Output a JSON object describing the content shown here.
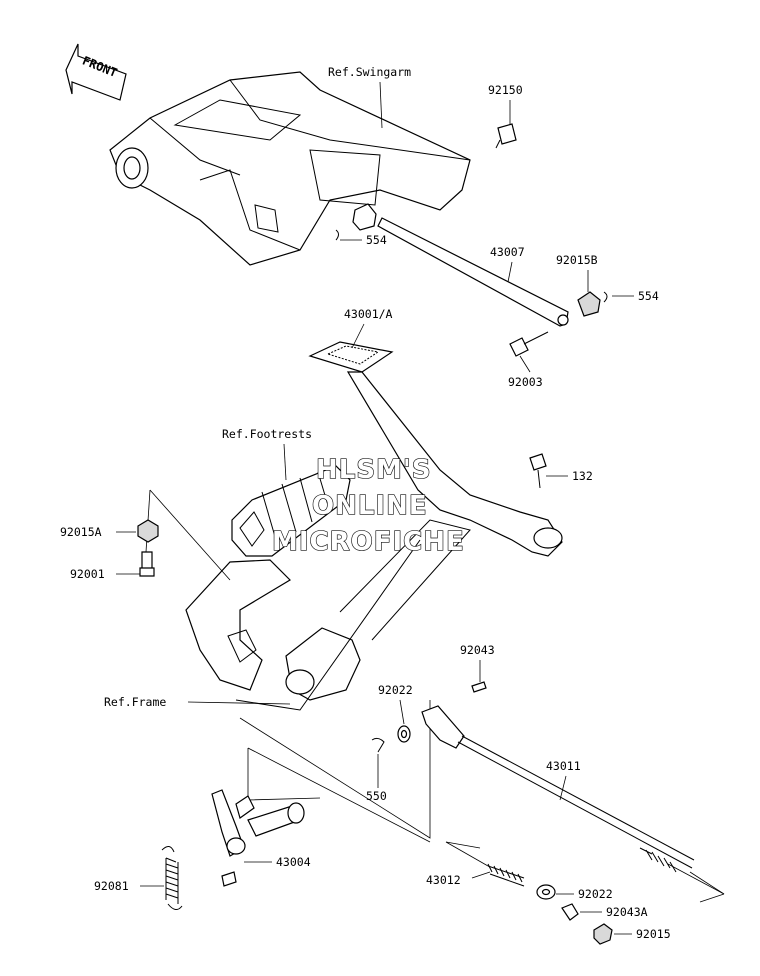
{
  "diagram": {
    "front_label": "FRONT",
    "refs": {
      "swingarm": "Ref.Swingarm",
      "footrests": "Ref.Footrests",
      "frame": "Ref.Frame"
    },
    "watermark": [
      "HLSM'S",
      "ONLINE",
      "MICROFICHE"
    ],
    "callouts": {
      "p92150": "92150",
      "p554_a": "554",
      "p43007": "43007",
      "p92015B": "92015B",
      "p554_b": "554",
      "p43001A": "43001/A",
      "p92003": "92003",
      "p132": "132",
      "p92015A": "92015A",
      "p92001": "92001",
      "p92043": "92043",
      "p92022_a": "92022",
      "p43011": "43011",
      "p550": "550",
      "p43004": "43004",
      "p92081": "92081",
      "p43012": "43012",
      "p92022_b": "92022",
      "p92043A": "92043A",
      "p92015": "92015"
    }
  }
}
